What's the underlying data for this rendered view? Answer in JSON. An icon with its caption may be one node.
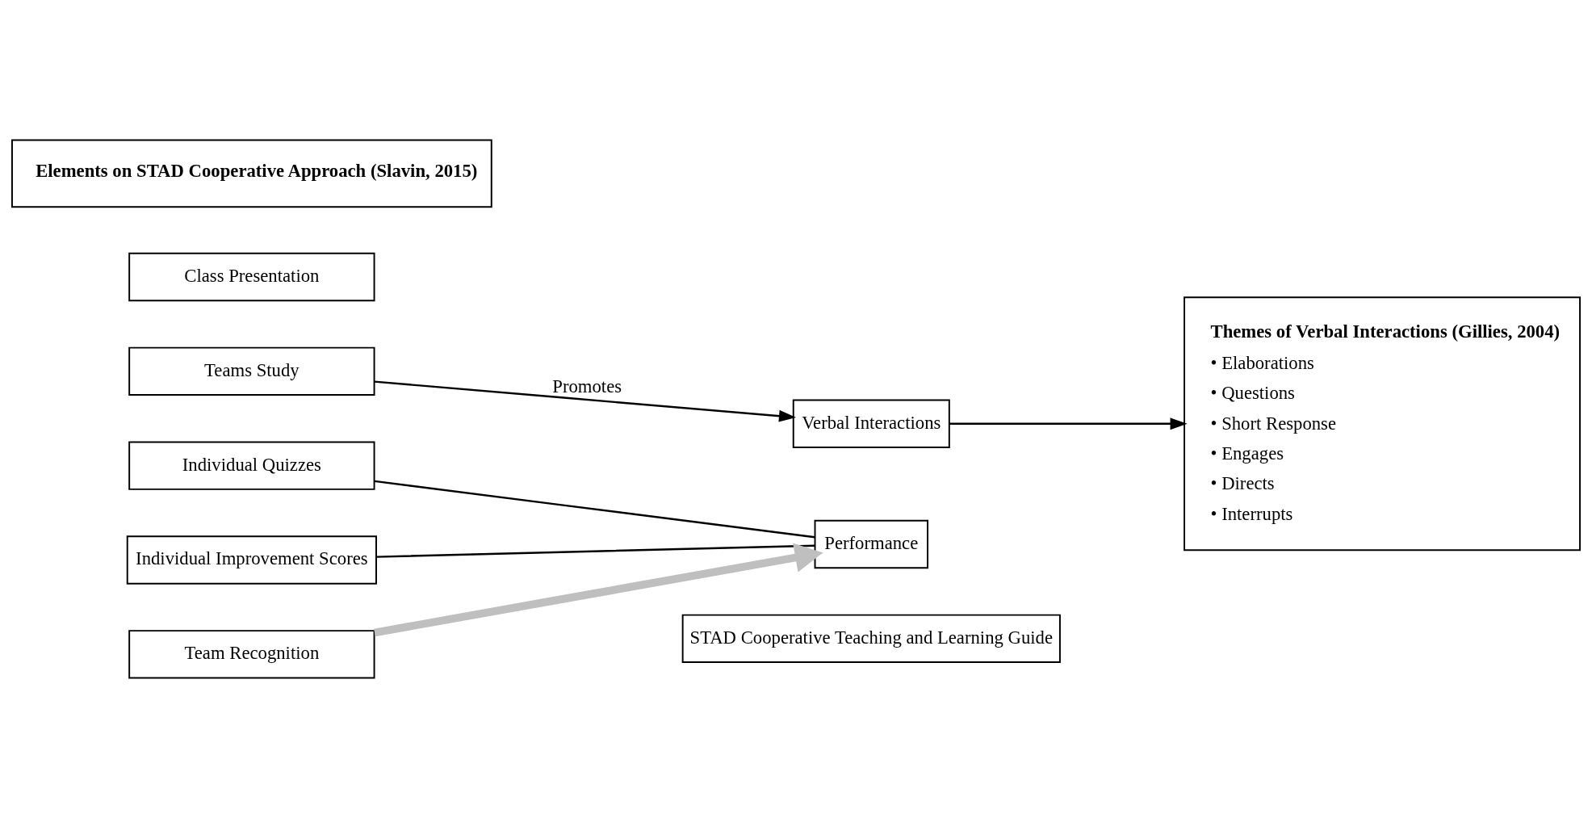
{
  "diagram": {
    "nodes": [
      {
        "text": [
          "Elements on STAD Cooperative Approach (Slavin, 2015)"
        ]
      },
      {
        "text": [
          "Class Presentation"
        ]
      },
      {
        "text": [
          "Teams Study"
        ]
      },
      {
        "text": [
          "Individual Quizzes"
        ]
      },
      {
        "text": [
          "Individual Improvement Scores"
        ]
      },
      {
        "text": [
          "Team Recognition"
        ]
      },
      {
        "text": [
          "Verbal Interactions"
        ]
      },
      {
        "text": [
          "Performance"
        ]
      },
      {
        "text": [
          "Themes of Verbal Interactions (Gillies, 2004)",
          "• Elaborations",
          "• Questions",
          "• Short Response",
          "• Engages",
          "• Directs",
          "• Interrupts"
        ]
      },
      {
        "text": [
          "STAD Cooperative Teaching and Learning Guide"
        ]
      }
    ],
    "edges": [
      {
        "from": 2,
        "to": 6,
        "arrow": "to",
        "label": "Promotes"
      },
      {
        "from": 6,
        "to": 8,
        "arrow": "to"
      },
      {
        "from": 3,
        "to": 7,
        "arrow": "none"
      },
      {
        "from": 4,
        "to": 7,
        "arrow": "none"
      },
      {
        "from": 5,
        "to": 7,
        "arrow": "to",
        "style": "thick",
        "color": "#bfbfbf"
      }
    ]
  }
}
